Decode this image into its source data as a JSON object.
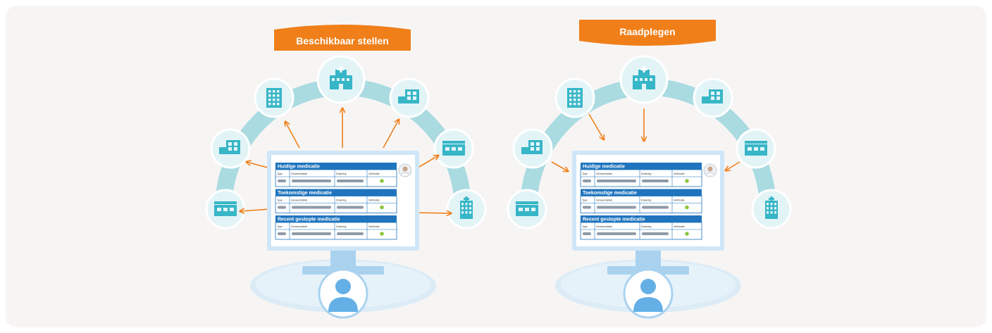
{
  "colors": {
    "background": "#f7f5f4",
    "accent_orange": "#f07f1a",
    "arc_teal": "#a9dbe1",
    "node_fill": "#e3f4f7",
    "icon_teal": "#37b6c7",
    "header_blue": "#1f74bd",
    "monitor_frame": "#cfe6f8",
    "monitor_stand": "#a9d2ef",
    "user_fill": "#64b0e6",
    "bar_grey": "#8f9aa6",
    "check_green": "#8cc63f"
  },
  "panels": [
    {
      "id": "beschikbaar",
      "banner": "Beschikbaar stellen",
      "arrow_direction": "outward",
      "screen": {
        "sections": [
          {
            "title": "Huidige medicatie",
            "columns": [
              "Type",
              "Geneesmiddel",
              "Dosering",
              "Verificatie"
            ]
          },
          {
            "title": "Toekomstige medicatie",
            "columns": [
              "Type",
              "Geneesmiddel",
              "Dosering",
              "Verificatie"
            ]
          },
          {
            "title": "Recent gestopte medicatie",
            "columns": [
              "Type",
              "Geneesmiddel",
              "Dosering",
              "Verificatie"
            ]
          }
        ]
      }
    },
    {
      "id": "raadplegen",
      "banner": "Raadplegen",
      "arrow_direction": "inward",
      "screen": {
        "sections": [
          {
            "title": "Huidige medicatie",
            "columns": [
              "Type",
              "Geneesmiddel",
              "Dosering",
              "Verificatie"
            ]
          },
          {
            "title": "Toekomstige medicatie",
            "columns": [
              "Type",
              "Geneesmiddel",
              "Dosering",
              "Verificatie"
            ]
          },
          {
            "title": "Recent gestopte medicatie",
            "columns": [
              "Type",
              "Geneesmiddel",
              "Dosering",
              "Verificatie"
            ]
          }
        ]
      }
    }
  ],
  "node_icons": [
    "pharmacy-icon",
    "office-building-icon",
    "hospital-icon",
    "clinic-icon",
    "care-home-icon",
    "hospital-small-icon"
  ]
}
